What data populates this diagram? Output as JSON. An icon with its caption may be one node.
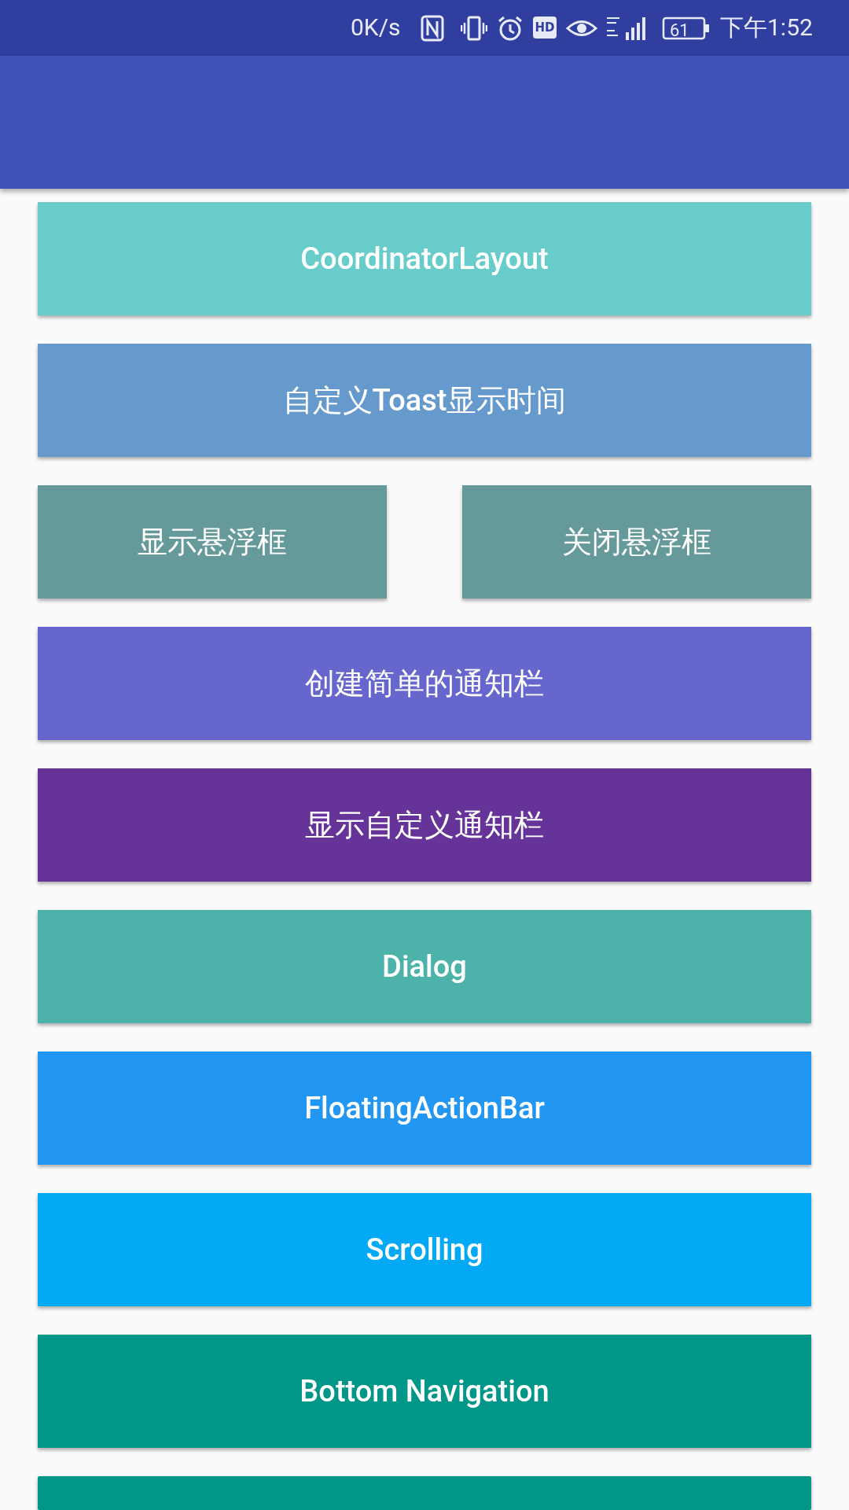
{
  "diagram": {
    "nodes": [
      {
        "text": [],
        "shape": "bar"
      },
      {
        "text": [
          "CoordinatorLayout"
        ]
      },
      {
        "text": [
          "自定义Toast显示时间"
        ]
      },
      {
        "text": [
          "显示悬浮框"
        ]
      },
      {
        "text": [
          "关闭悬浮框"
        ]
      },
      {
        "text": [
          "创建简单的通知栏"
        ]
      },
      {
        "text": [
          "显示自定义通知栏"
        ]
      },
      {
        "text": [
          "Dialog"
        ]
      },
      {
        "text": [
          "FloatingActionBar"
        ]
      },
      {
        "text": [
          "Scrolling"
        ]
      },
      {
        "text": [
          "Bottom Navigation"
        ]
      },
      {
        "text": [],
        "shape": "box"
      }
    ],
    "labels": [
      "0K/s",
      "HD",
      "61",
      "下午1:52"
    ]
  }
}
